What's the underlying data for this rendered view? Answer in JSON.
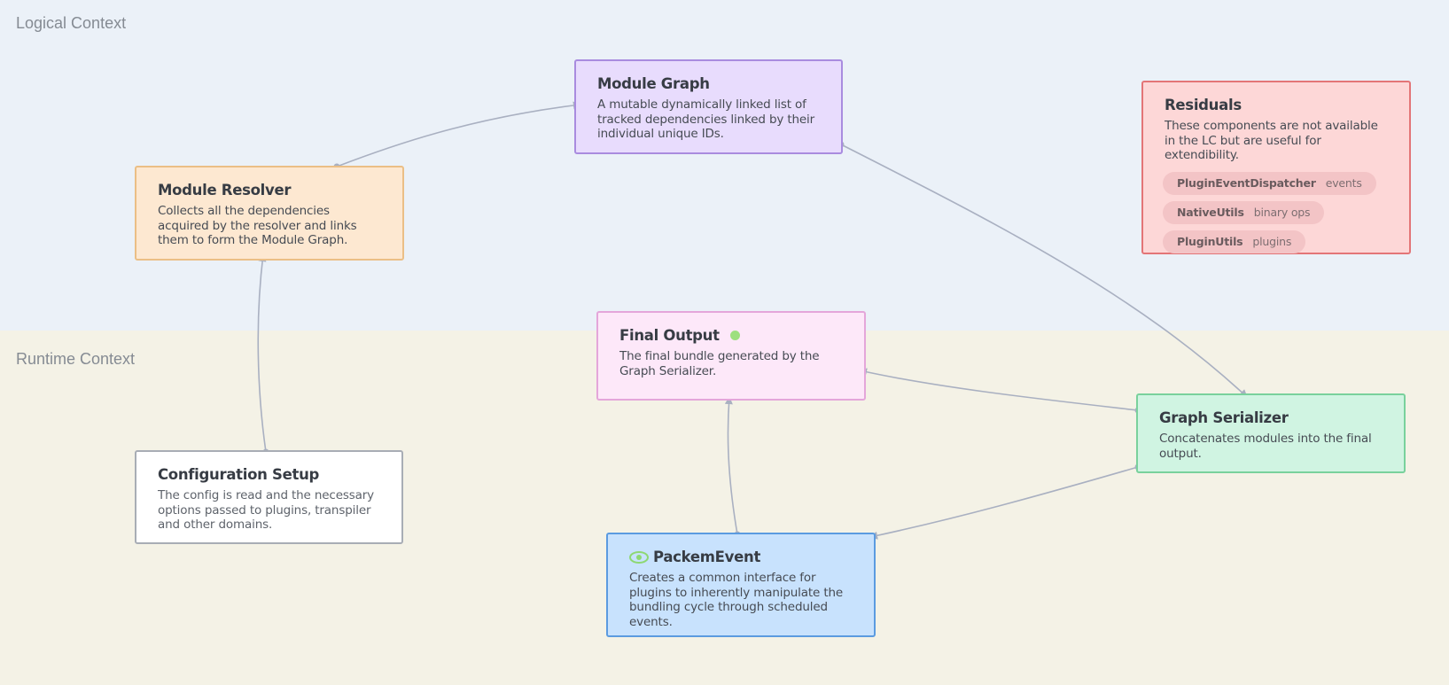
{
  "regions": {
    "logical": {
      "label": "Logical Context"
    },
    "runtime": {
      "label": "Runtime Context"
    }
  },
  "nodes": {
    "module_graph": {
      "title": "Module Graph",
      "description": "A mutable dynamically linked list of tracked dependencies linked by their individual unique IDs."
    },
    "module_resolver": {
      "title": "Module Resolver",
      "description": "Collects all the dependencies acquired by the resolver and links them to form the Module Graph."
    },
    "residuals": {
      "title": "Residuals",
      "description": "These components are not available in the LC but are useful for extendibility.",
      "items": [
        {
          "name": "PluginEventDispatcher",
          "tag": "events"
        },
        {
          "name": "NativeUtils",
          "tag": "binary ops"
        },
        {
          "name": "PluginUtils",
          "tag": "plugins"
        }
      ]
    },
    "final_output": {
      "title": "Final Output",
      "description": "The final bundle generated by the Graph Serializer.",
      "status_color": "#9ddf7f"
    },
    "graph_serializer": {
      "title": "Graph Serializer",
      "description": "Concatenates modules into the final output."
    },
    "configuration_setup": {
      "title": "Configuration Setup",
      "description": "The config is read and the necessary options passed to plugins, transpiler and other domains."
    },
    "packem_event": {
      "title": "PackemEvent",
      "description": "Creates a common interface for plugins to inherently manipulate the bundling cycle through scheduled events.",
      "icon": "eye-icon",
      "icon_color": "#8ed873"
    }
  },
  "edges": [
    {
      "from": "Module Resolver",
      "to": "Module Graph"
    },
    {
      "from": "Module Graph",
      "to": "Graph Serializer"
    },
    {
      "from": "Configuration Setup",
      "to": "Module Resolver"
    },
    {
      "from": "Graph Serializer",
      "to": "Final Output"
    },
    {
      "from": "Graph Serializer",
      "to": "PackemEvent"
    },
    {
      "from": "PackemEvent",
      "to": "Final Output"
    }
  ],
  "colors": {
    "edge": "#a9b0c1",
    "logical_bg": "#ebf1f8",
    "runtime_bg": "#f4f2e6"
  }
}
